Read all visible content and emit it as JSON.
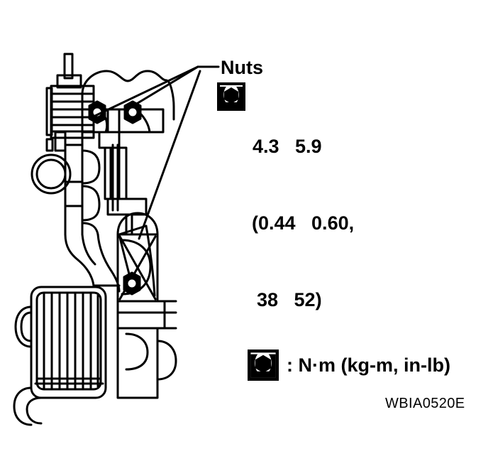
{
  "document": {
    "type": "service-manual-figure",
    "subject": "Brake pedal and booster assembly",
    "reference_code": "WBIA0520E",
    "background_color": "#ffffff",
    "line_color": "#000000"
  },
  "callouts": [
    {
      "id": "nuts",
      "label": "Nuts",
      "leader_target_count": 3
    }
  ],
  "torque_spec": {
    "icon": "torque-bolt-icon",
    "line1": "4.3   5.9",
    "line2": "(0.44   0.60,",
    "line3": "38   52)",
    "values": {
      "nm_min": "4.3",
      "nm_max": "5.9",
      "kgm_min": "0.44",
      "kgm_max": "0.60",
      "inlb_min": "38",
      "inlb_max": "52"
    }
  },
  "legend": {
    "icon": "torque-bolt-icon",
    "text": ": N·m (kg-m, in-lb)"
  },
  "illustration": {
    "parts": [
      {
        "name": "vacuum-booster-bellows",
        "kind": "ribbed-cylinder"
      },
      {
        "name": "push-rod",
        "kind": "vertical-rod"
      },
      {
        "name": "dash-panel-bracket",
        "kind": "wavy-outline"
      },
      {
        "name": "mounting-nut-upper-left",
        "kind": "hex-nut"
      },
      {
        "name": "mounting-nut-upper-right",
        "kind": "hex-nut"
      },
      {
        "name": "mounting-nut-lower",
        "kind": "hex-nut"
      },
      {
        "name": "pedal-pivot-bushing",
        "kind": "double-circle"
      },
      {
        "name": "pedal-arm",
        "kind": "lever"
      },
      {
        "name": "brake-pedal-pad",
        "kind": "ribbed-pad"
      },
      {
        "name": "stopper-lamp-switch",
        "kind": "block"
      }
    ]
  }
}
